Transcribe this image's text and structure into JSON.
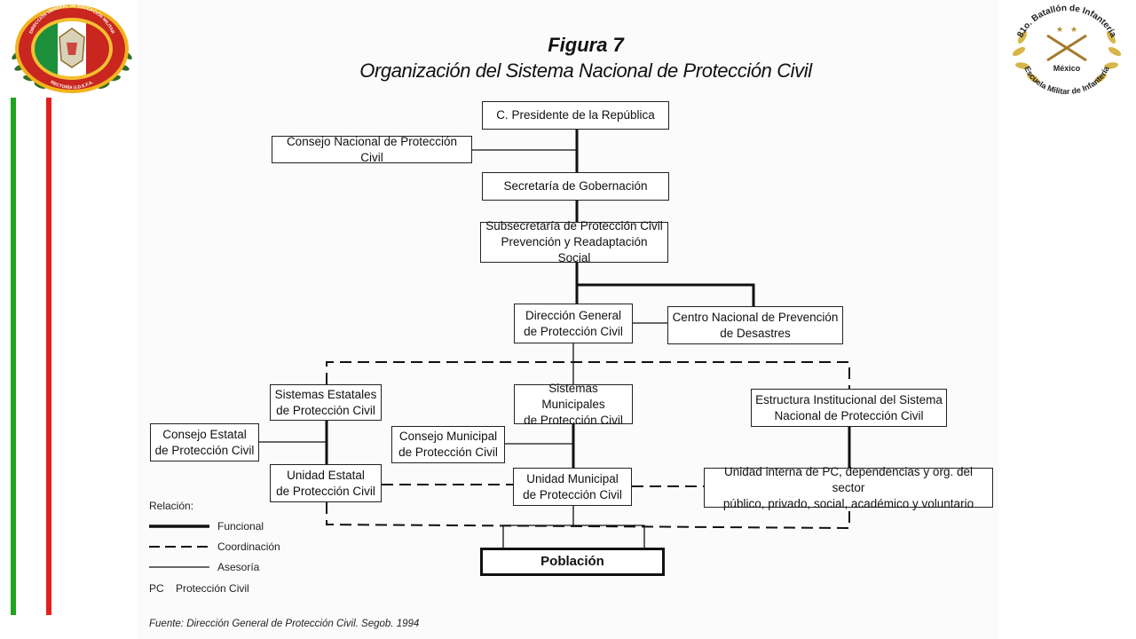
{
  "figure": {
    "title": "Figura 7",
    "subtitle": "Organización del Sistema Nacional de Protección Civil"
  },
  "logos": {
    "left": {
      "ring_text_top": "DIRECCIÓN GENERAL DE EDUCACIÓN MILITAR",
      "ring_text_bottom": "RECTORÍA U.D.E.F.A."
    },
    "right": {
      "ring_text_top": "81o. Batallón de Infantería",
      "center_text": "México",
      "ring_text_bottom": "Escuela Militar de Infantería"
    }
  },
  "boxes": {
    "presidente": "C. Presidente de la República",
    "consejo_nacional": "Consejo Nacional de Protección Civil",
    "secretaria": "Secretaría de Gobernación",
    "subsecretaria": "Subsecretaría de Protección Civil\nPrevención y Readaptación Social",
    "direccion_general": "Dirección General\nde Protección Civil",
    "centro_nacional": "Centro Nacional de Prevención\nde Desastres",
    "sistemas_estatales": "Sistemas Estatales\nde Protección Civil",
    "sistemas_municipales": "Sistemas Municipales\nde Protección Civil",
    "estructura_institucional": "Estructura Institucional del Sistema\nNacional de Protección Civil",
    "consejo_estatal": "Consejo Estatal\nde Protección Civil",
    "consejo_municipal": "Consejo Municipal\nde Protección Civil",
    "unidad_estatal": "Unidad Estatal\nde Protección Civil",
    "unidad_municipal": "Unidad Municipal\nde Protección Civil",
    "unidad_interna": "Unidad interna de PC, dependencias y org. del sector\npúblico, privado, social, académico y voluntario",
    "poblacion": "Población"
  },
  "legend": {
    "heading": "Relación:",
    "funcional": "Funcional",
    "coordinacion": "Coordinación",
    "asesoria": "Asesoría",
    "pc_abbr": "PC",
    "pc_meaning": "Protección Civil"
  },
  "source": "Fuente: Dirección General de Protección Civil. Segob. 1994",
  "colors": {
    "green_bar": "#1ea51e",
    "red_bar": "#e0201c",
    "line": "#111111"
  }
}
